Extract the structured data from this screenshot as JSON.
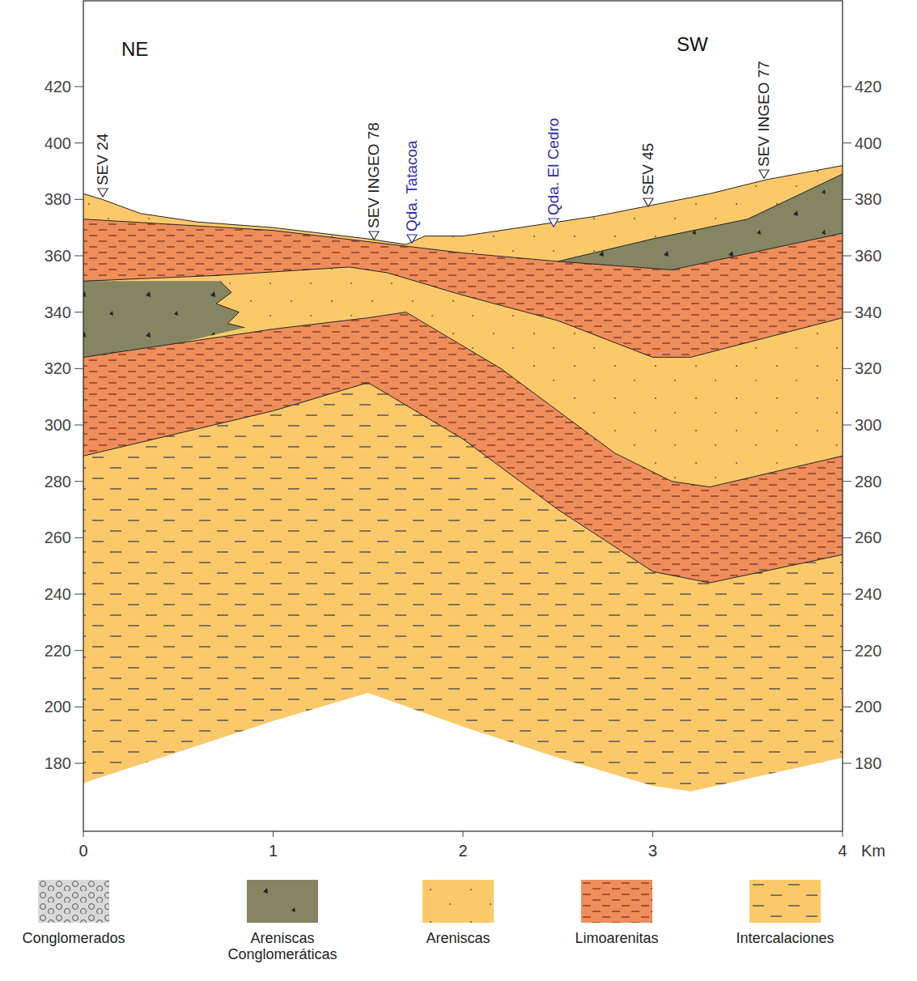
{
  "diagram": {
    "labels": [
      "NE",
      "SW",
      "420",
      "400",
      "380",
      "360",
      "340",
      "320",
      "300",
      "280",
      "260",
      "240",
      "220",
      "200",
      "180",
      "420",
      "400",
      "380",
      "360",
      "340",
      "320",
      "300",
      "280",
      "260",
      "240",
      "220",
      "200",
      "180",
      "0",
      "1",
      "2",
      "3",
      "4",
      "Km",
      "SEV 24",
      "SEV INGEO 78",
      "Qda. Tatacoa",
      "Qda. El Cedro",
      "SEV 45",
      "SEV INGEO 77"
    ],
    "legend": [
      {
        "text": "Conglomerados"
      },
      {
        "text": "Areniscas Conglomeráticas",
        "color": "#858562"
      },
      {
        "text": "Areniscas",
        "color": "#fcc96a"
      },
      {
        "text": "Limoarenitas",
        "color": "#ef8d5b"
      },
      {
        "text": "Intercalaciones",
        "color": "#fcc96a"
      }
    ]
  }
}
